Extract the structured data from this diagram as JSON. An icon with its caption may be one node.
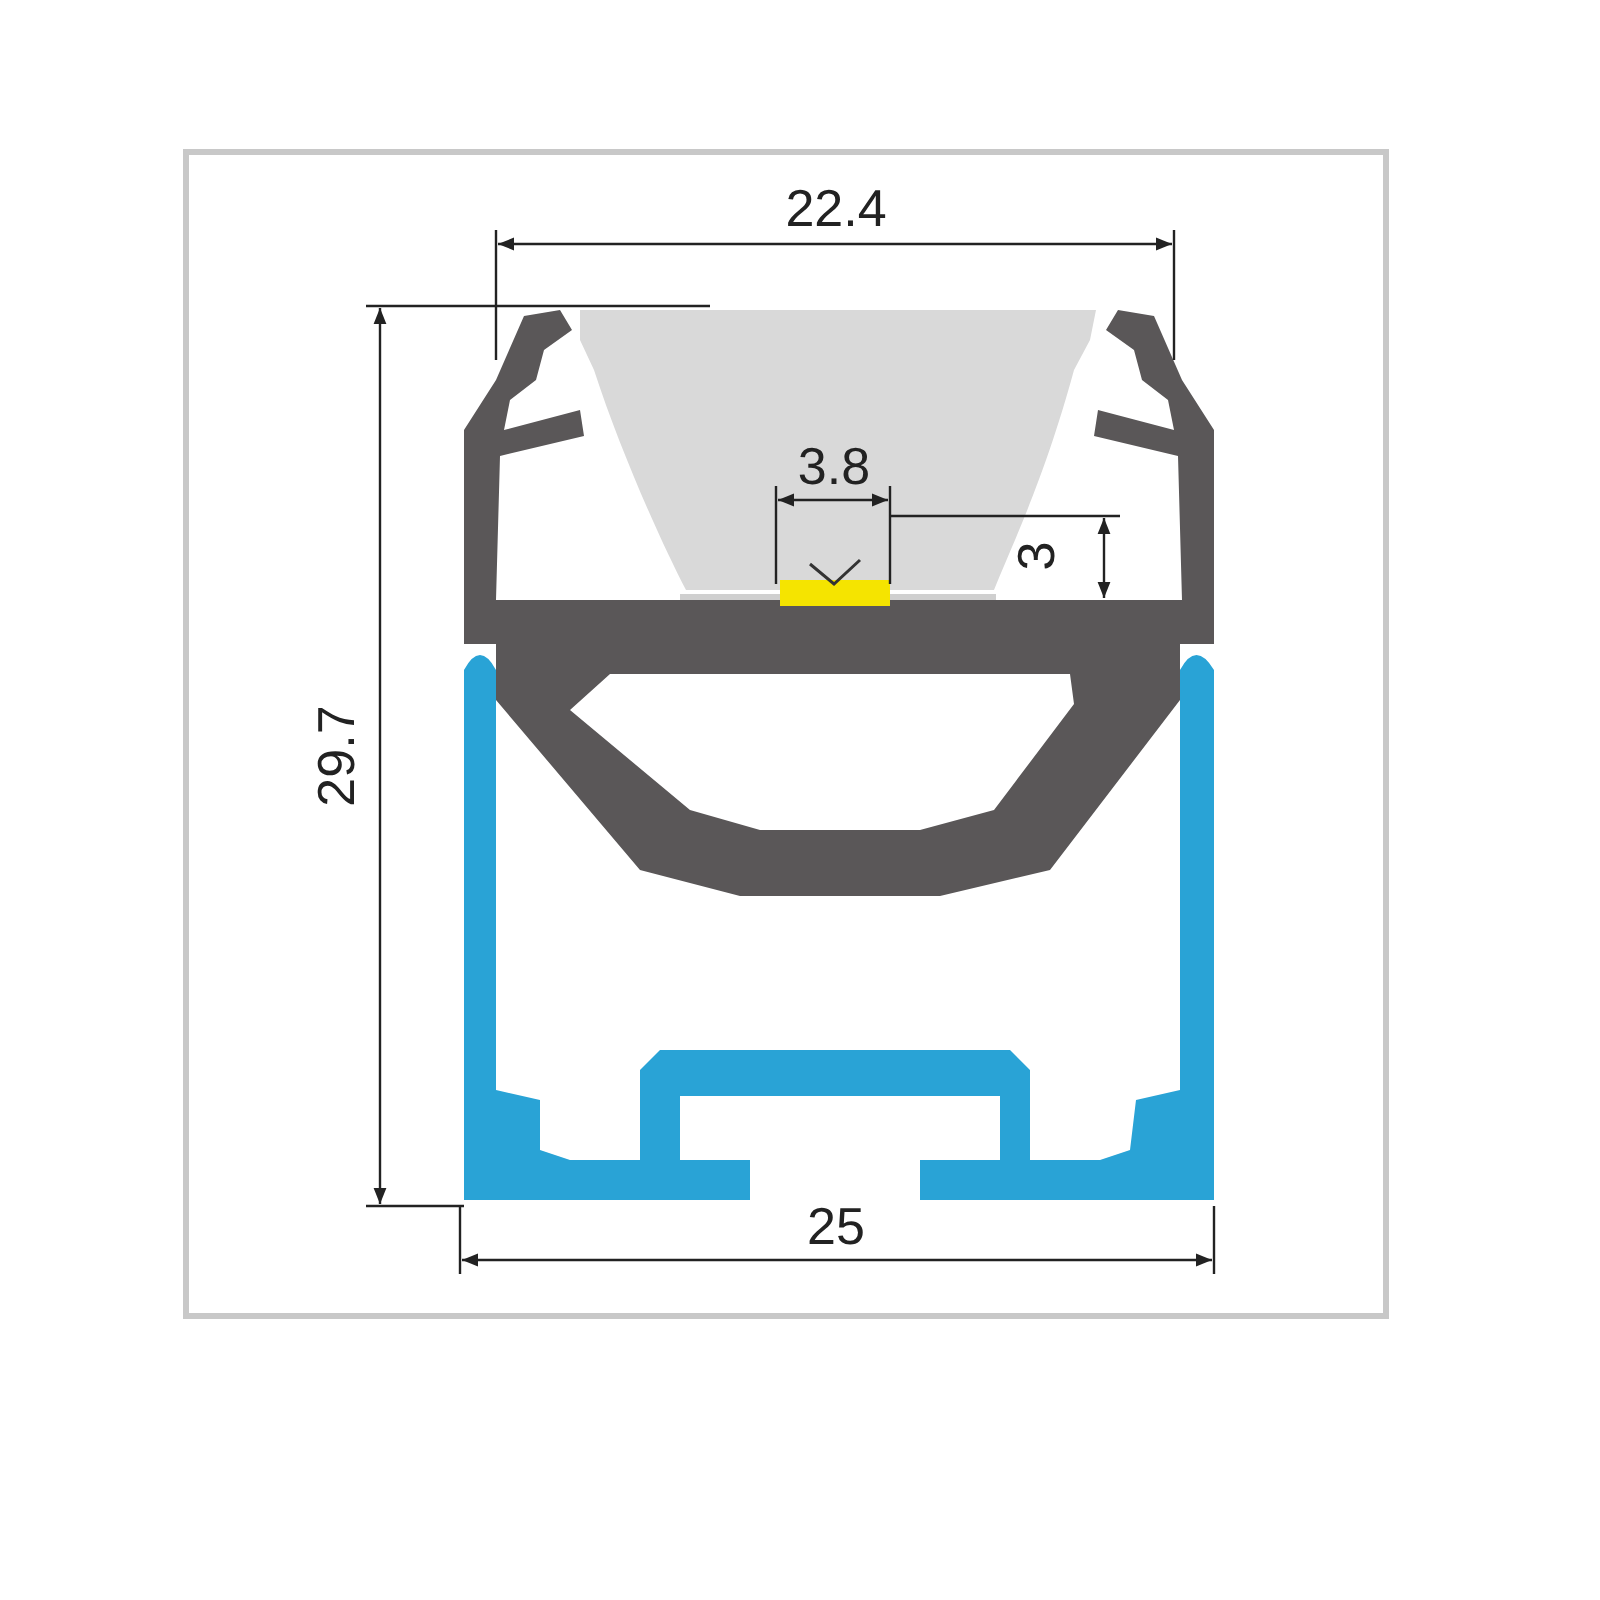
{
  "diagram": {
    "labels": [
      "22.4",
      "3.8",
      "3",
      "29.7",
      "25"
    ]
  }
}
